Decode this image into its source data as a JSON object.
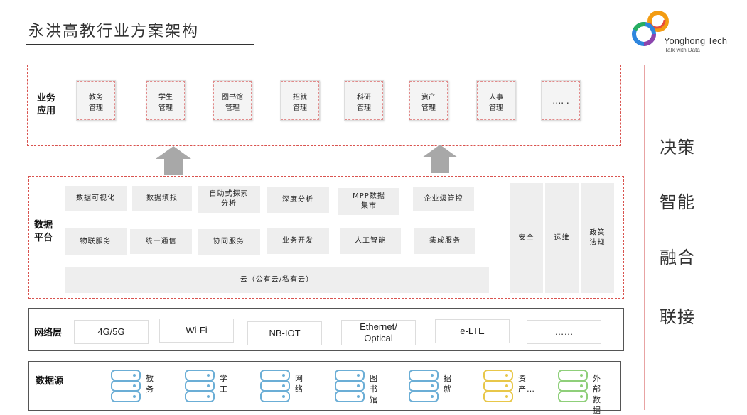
{
  "title": "永洪高教行业方案架构",
  "logo": {
    "name": "Yonghong Tech",
    "slogan": "Talk with Data"
  },
  "side_words": [
    "决策",
    "智能",
    "融合",
    "联接"
  ],
  "business_layer": {
    "label": "业务\n应用",
    "items": [
      "教务\n管理",
      "学生\n管理",
      "图书馆\n管理",
      "招就\n管理",
      "科研\n管理",
      "资产\n管理",
      "人事\n管理",
      "…. ."
    ]
  },
  "platform_layer": {
    "label": "数据\n平台",
    "row1": [
      "数据可视化",
      "数据填报",
      "自助式探索\n分析",
      "深度分析",
      "MPP数据\n集市",
      "企业级管控"
    ],
    "row2": [
      "物联服务",
      "统一通信",
      "协同服务",
      "业务开发",
      "人工智能",
      "集成服务"
    ],
    "cloud": "云（公有云/私有云）",
    "side": [
      "安全",
      "运维",
      "政策\n法规"
    ]
  },
  "network_layer": {
    "label": "网络层",
    "items": [
      "4G/5G",
      "Wi-Fi",
      "NB-IOT",
      "Ethernet/\nOptical",
      "e-LTE",
      "……"
    ]
  },
  "source_layer": {
    "label": "数据源",
    "items": [
      {
        "label": "教务",
        "color": "#6baed6"
      },
      {
        "label": "学工",
        "color": "#6baed6"
      },
      {
        "label": "网络",
        "color": "#6baed6"
      },
      {
        "label": "图书馆",
        "color": "#6baed6"
      },
      {
        "label": "招就",
        "color": "#6baed6"
      },
      {
        "label": "资\n产…",
        "color": "#e8c74a"
      },
      {
        "label": "外部\n数据",
        "color": "#8fcf7a"
      }
    ]
  },
  "colors": {
    "dashed_border": "#d9534f",
    "divider": "#e8a3a3",
    "arrow": "#a8a8a8",
    "box_fill": "#eeeeee"
  }
}
